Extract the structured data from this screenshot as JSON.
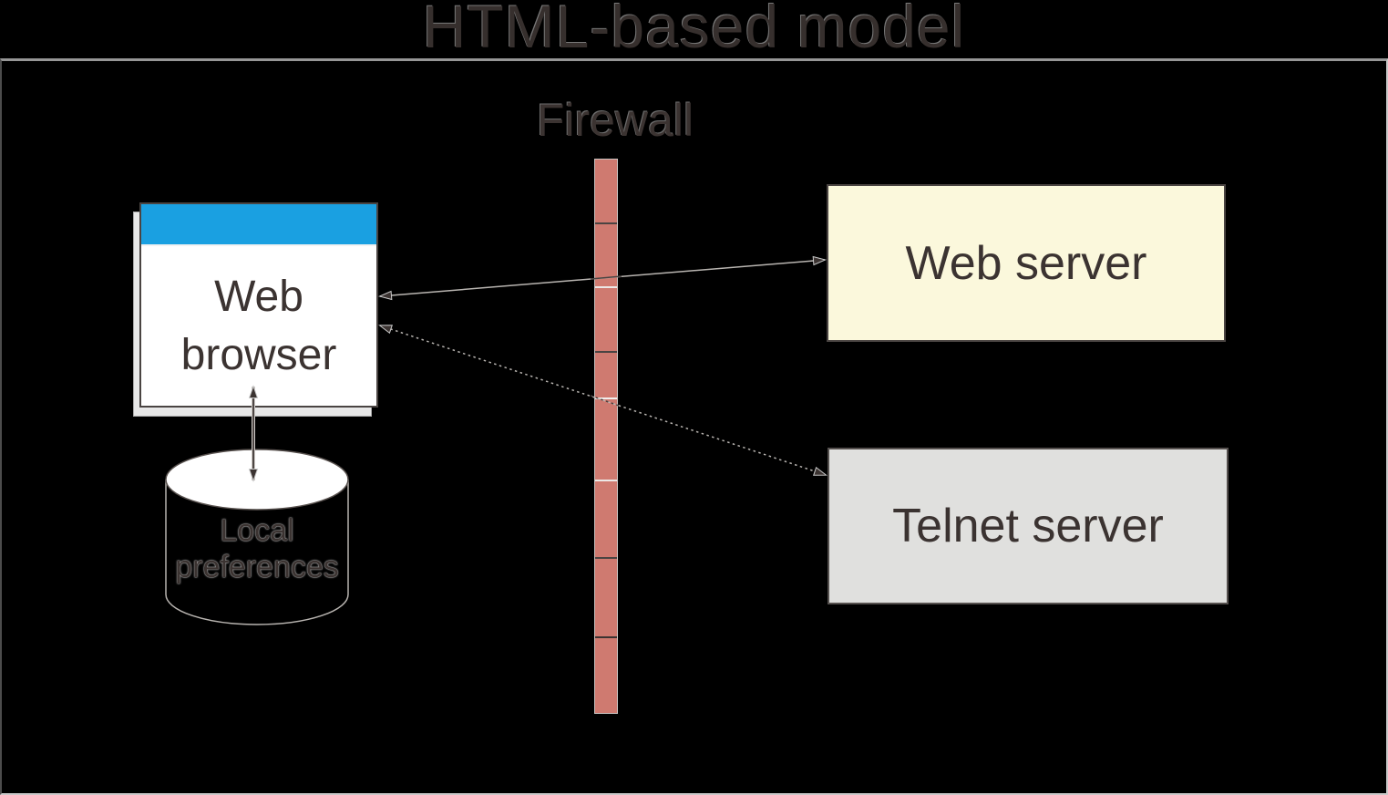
{
  "title": "HTML-based model",
  "labels": {
    "firewall": "Firewall",
    "web_browser": "Web browser",
    "web_server": "Web server",
    "telnet_server": "Telnet server",
    "local_preferences": "Local preferences"
  },
  "colors": {
    "background": "#000000",
    "browser_titlebar_blue": "#1aa0e1",
    "web_server_yellow": "#fbf8dc",
    "telnet_server_gray": "#e0e0de",
    "firewall_brick_red": "#cf7a70",
    "diagram_text": "#3b3331"
  },
  "connections": [
    {
      "from": "Web browser",
      "to": "Web server",
      "line_style": "solid",
      "arrows": "both",
      "crosses": "Firewall"
    },
    {
      "from": "Web browser",
      "to": "Telnet server",
      "line_style": "dotted",
      "arrows": "both",
      "crosses": "Firewall"
    },
    {
      "from": "Web browser",
      "to": "Local preferences",
      "line_style": "solid",
      "arrows": "both"
    }
  ]
}
